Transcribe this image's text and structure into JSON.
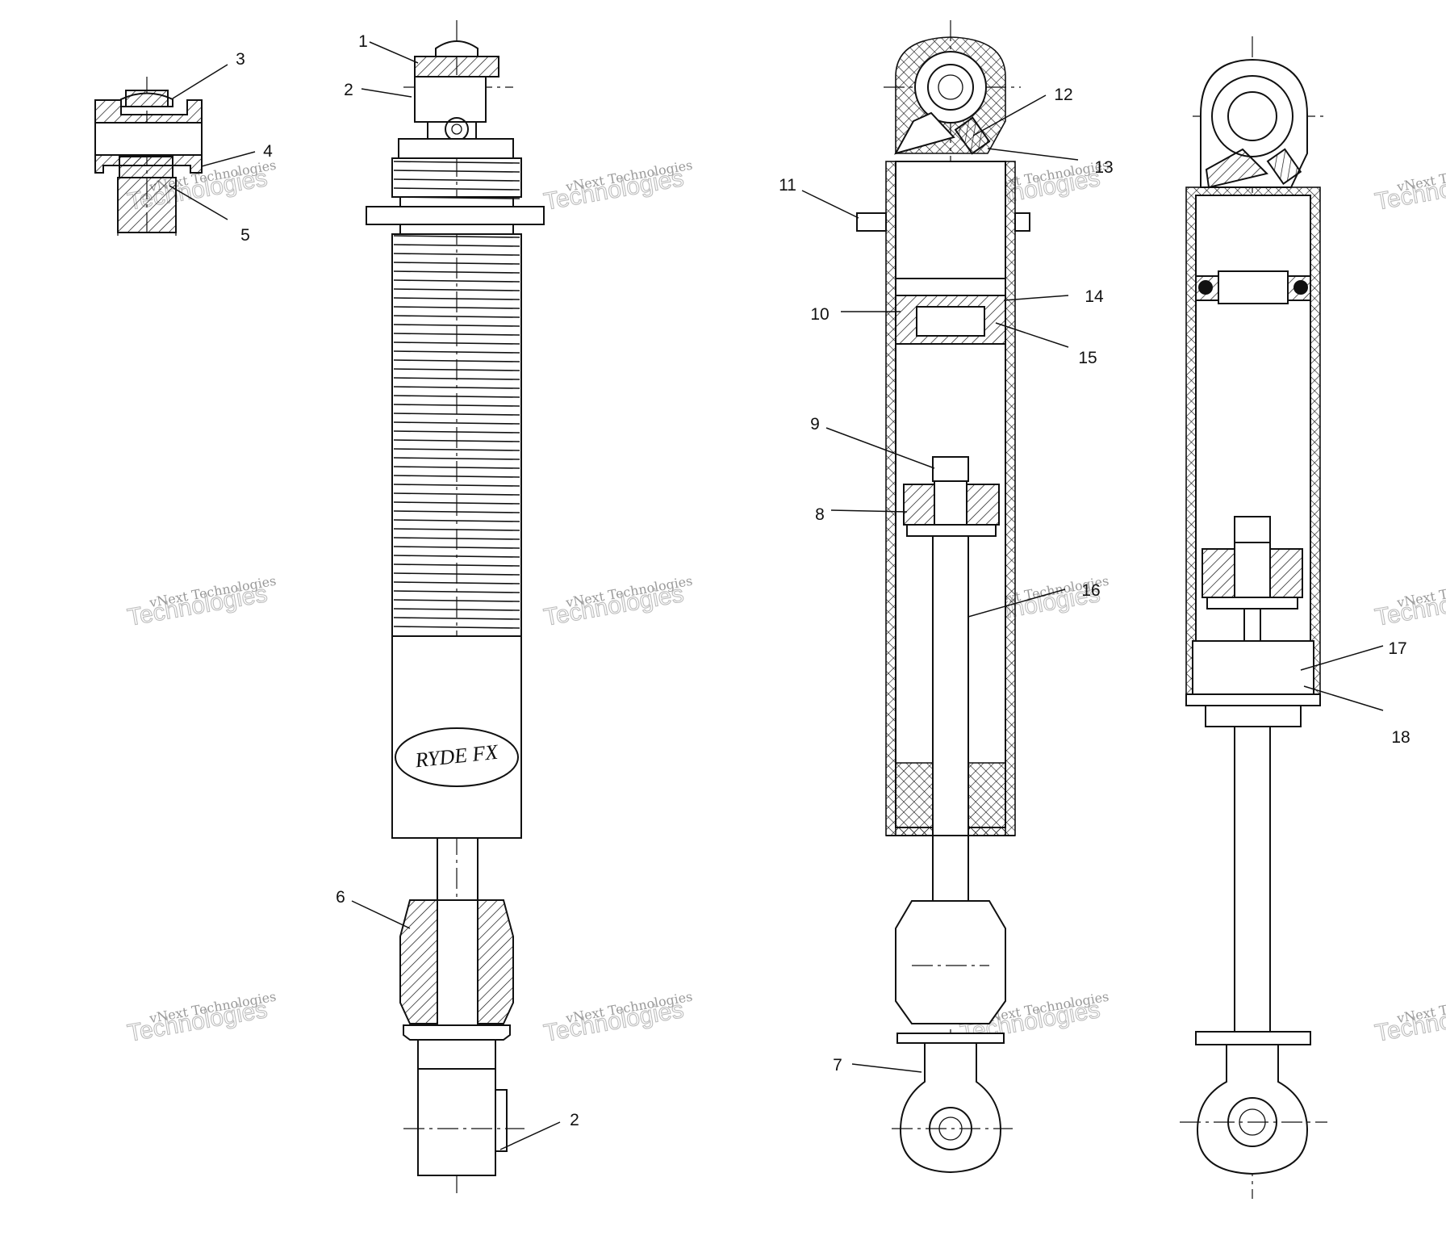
{
  "watermark": {
    "line1": "vNext Technologies",
    "line2": "Technologies"
  },
  "callouts": [
    "1",
    "2",
    "3",
    "4",
    "5",
    "2",
    "6",
    "7",
    "8",
    "9",
    "10",
    "11",
    "12",
    "13",
    "14",
    "15",
    "16",
    "17",
    "18"
  ],
  "colors": {
    "ink": "#111111",
    "watermark": "#bdbdbd",
    "background": "#ffffff"
  }
}
